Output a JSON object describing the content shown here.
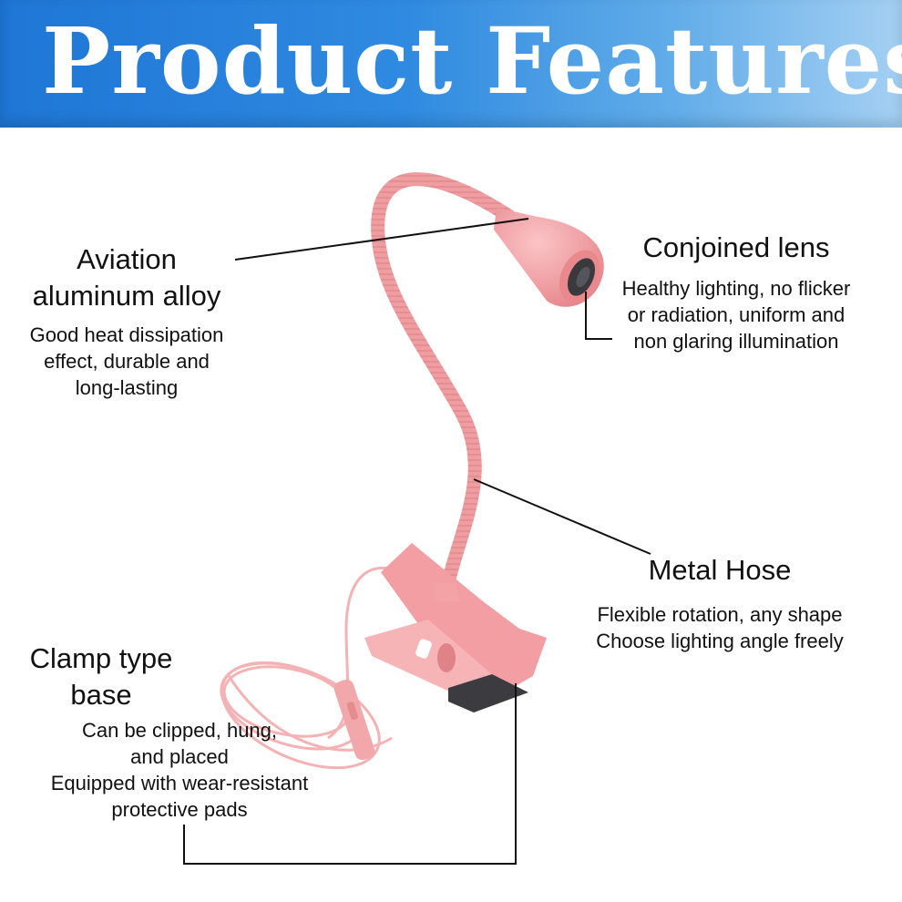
{
  "banner": {
    "title": "Product Features"
  },
  "features": {
    "alloy": {
      "title": [
        "Aviation",
        "aluminum alloy"
      ],
      "desc": [
        "Good heat dissipation",
        "effect, durable and",
        "long-lasting"
      ]
    },
    "lens": {
      "title": [
        "Conjoined lens"
      ],
      "desc": [
        "Healthy lighting, no flicker",
        "or radiation, uniform and",
        "non glaring illumination"
      ]
    },
    "hose": {
      "title": [
        "Metal Hose"
      ],
      "desc": [
        "Flexible rotation, any shape",
        "Choose lighting angle freely"
      ]
    },
    "clamp": {
      "title": [
        "Clamp type",
        "base"
      ],
      "desc": [
        "Can be clipped, hung,",
        "and placed",
        "Equipped with wear-resistant",
        "protective pads"
      ]
    }
  },
  "colors": {
    "banner_start": "#1f76d6",
    "banner_end": "#a5d0f3",
    "lamp_pink": "#f3a3a6",
    "leader_line": "#111111"
  }
}
